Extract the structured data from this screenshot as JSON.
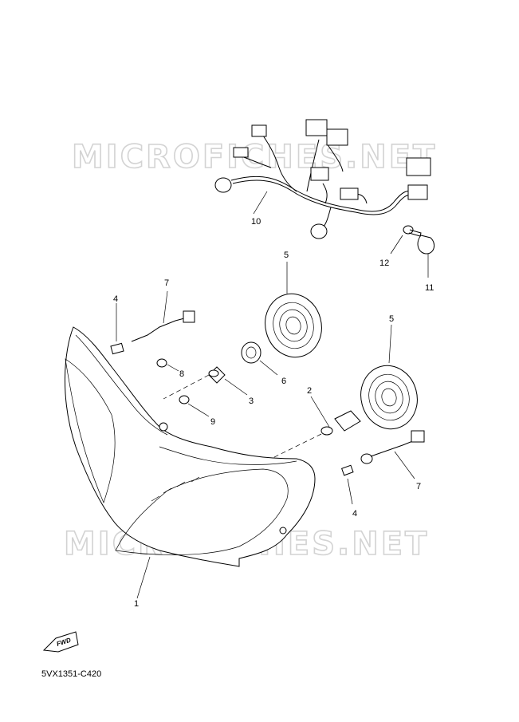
{
  "watermark": "MICROFICHES.NET",
  "fwd_label": "FWD",
  "diagram_code": "5VX1351-C420",
  "part_labels": [
    "1",
    "2",
    "3",
    "4",
    "4",
    "5",
    "5",
    "6",
    "7",
    "7",
    "8",
    "9",
    "10",
    "11",
    "12"
  ]
}
